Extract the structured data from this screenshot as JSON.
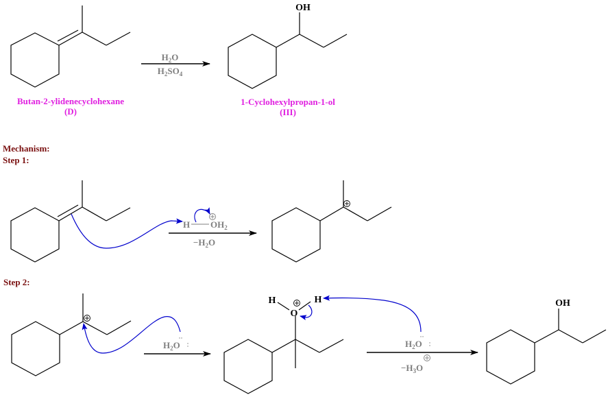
{
  "reaction": {
    "reactant": {
      "name": "Butan-2-ylidenecyclohexane",
      "label": "(D)"
    },
    "reagents": {
      "top": "H2O",
      "bottom": "H2SO4"
    },
    "product": {
      "name": "1-Cyclohexylpropan-1-ol",
      "label": "(III)",
      "oh_label": "OH"
    }
  },
  "mechanism": {
    "heading": "Mechanism:",
    "step1": {
      "heading": "Step 1:",
      "acid": {
        "h": "H",
        "oh2": "OH2",
        "charge": "+"
      },
      "byproduct": "−H2O",
      "carbocation_charge": "+"
    },
    "step2": {
      "heading": "Step 2:",
      "reagent_first": "H2O",
      "oxonium": {
        "h_left": "H",
        "h_right": "H",
        "o": "O",
        "charge": "+"
      },
      "reagent_second": "H2O",
      "byproduct": "−H3O",
      "byproduct_charge": "+",
      "product_oh": "OH"
    }
  },
  "colors": {
    "bond": "#000000",
    "curly_arrow": "#0000cc",
    "compound_name": "#e020e0",
    "heading": "#7a1010",
    "reagent": "#7f7f7f"
  }
}
